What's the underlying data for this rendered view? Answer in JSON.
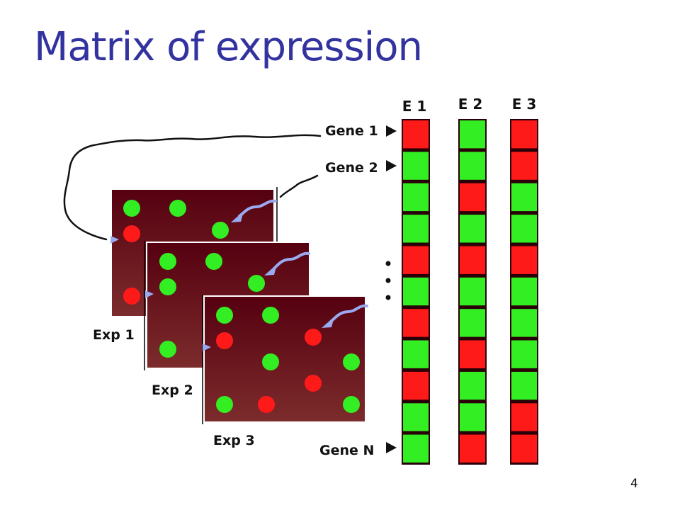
{
  "title": "Matrix of expression",
  "page_number": "4",
  "colors": {
    "title": "#3333a0",
    "red": "#ff1a1a",
    "green": "#33ee22",
    "slide_bg_top": "#5a0010",
    "slide_bg_bottom": "#7a2a2a",
    "arrow": "#9aaaf0"
  },
  "columns": [
    {
      "label": "E 1",
      "cells": [
        "red",
        "green",
        "green",
        "green",
        "red",
        "green",
        "red",
        "green",
        "red",
        "green",
        "green"
      ]
    },
    {
      "label": "E 2",
      "cells": [
        "green",
        "green",
        "red",
        "green",
        "red",
        "green",
        "green",
        "red",
        "green",
        "green",
        "red"
      ]
    },
    {
      "label": "E 3",
      "cells": [
        "red",
        "red",
        "green",
        "green",
        "red",
        "green",
        "green",
        "green",
        "green",
        "red",
        "red"
      ]
    }
  ],
  "genes": [
    "Gene 1",
    "Gene 2",
    "Gene N"
  ],
  "ellipsis": "•••",
  "experiments": [
    {
      "label": "Exp 1"
    },
    {
      "label": "Exp 2"
    },
    {
      "label": "Exp 3"
    }
  ]
}
